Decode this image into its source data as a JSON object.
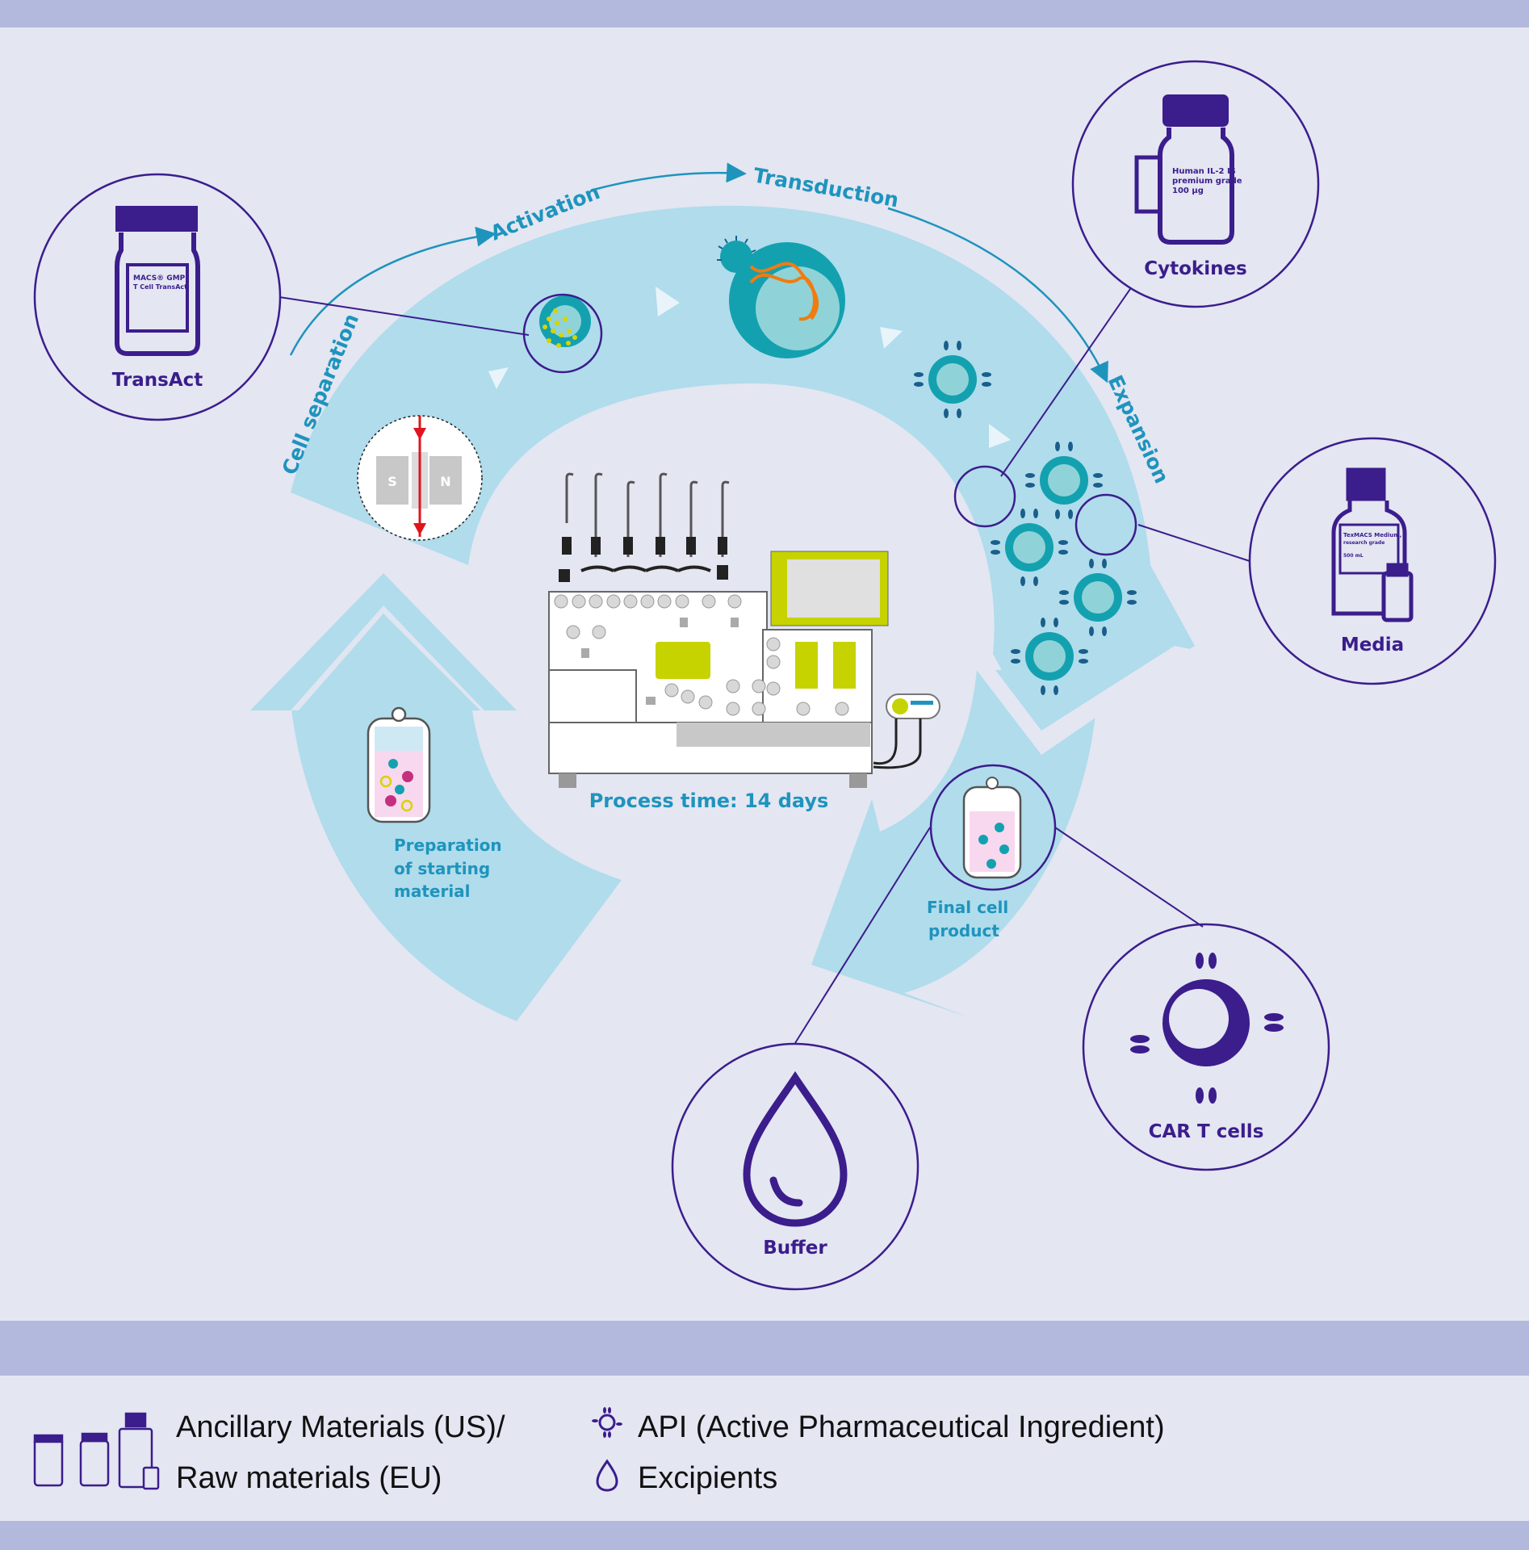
{
  "colors": {
    "background": "#e4e6f2",
    "band": "#b3b8dd",
    "cycle_arrow": "#b0dcec",
    "dark_purple": "#3b1d8c",
    "teal_label": "#1e94bd",
    "cell_teal": "#13a1b0",
    "lime": "#c6d300"
  },
  "steps": {
    "cell_separation": "Cell separation",
    "activation": "Activation",
    "transduction": "Transduction",
    "expansion": "Expansion"
  },
  "center": {
    "process_time": "Process time: 14 days",
    "preparation": [
      "Preparation",
      "of starting",
      "material"
    ],
    "final_product": [
      "Final cell",
      "product"
    ]
  },
  "materials": {
    "transact": {
      "label": "TransAct",
      "vial_text": [
        "MACS® GMP",
        "T Cell TransAct"
      ],
      "icon": "vial-icon"
    },
    "cytokines": {
      "label": "Cytokines",
      "vial_text": [
        "Human IL-2 IS",
        "premium grade",
        "100 µg"
      ],
      "icon": "vial-icon"
    },
    "media": {
      "label": "Media",
      "bottle_text": [
        "TexMACS Medium,",
        "research grade",
        "500 mL"
      ],
      "icon": "bottle-icon"
    },
    "car_t": {
      "label": "CAR T cells",
      "icon": "car-t-cell-icon"
    },
    "buffer": {
      "label": "Buffer",
      "icon": "drop-icon"
    }
  },
  "magnet": {
    "south": "S",
    "north": "N"
  },
  "legend": {
    "ancillary_line1": "Ancillary Materials (US)/",
    "ancillary_line2": "Raw materials (EU)",
    "api": "API (Active Pharmaceutical Ingredient)",
    "excipients": "Excipients"
  }
}
